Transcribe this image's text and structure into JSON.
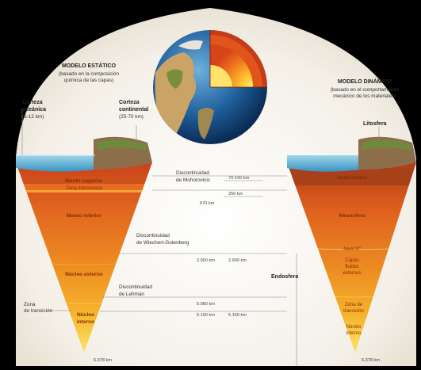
{
  "static_model": {
    "title": "MODELO ESTÁTICO",
    "subtitle_1": "(basado en la composición",
    "subtitle_2": "química de las capas)",
    "oceanic_crust_1": "Corteza",
    "oceanic_crust_2": "oceánica",
    "oceanic_crust_depth": "(6-12 km)",
    "continental_crust_1": "Corteza",
    "continental_crust_2": "continental",
    "continental_crust_depth": "(25-70 km)",
    "upper_mantle": "Manto superior",
    "transition_zone": "Zona transicional",
    "lower_mantle": "Manto inferior",
    "outer_core": "Núcleo externo",
    "inner_core_1": "Núcleo",
    "inner_core_2": "interno",
    "center_depth": "6.378 km"
  },
  "dynamic_model": {
    "title": "MODELO DINÁMICO",
    "subtitle_1": "(basado en el comportamiento",
    "subtitle_2": "mecánico de los materiales)",
    "lithosphere": "Litosfera",
    "asthenosphere": "Astenosfera",
    "mesosphere": "Mesosfera",
    "d_layer": "Nivel D\"",
    "fluid_layers_1": "Capas",
    "fluid_layers_2": "fluidas",
    "fluid_layers_3": "externas",
    "transition_1": "Zona de",
    "transition_2": "transición",
    "solid_core_1": "Núcleo",
    "solid_core_2": "interno",
    "center_depth": "6.378 km",
    "endosphere": "Endosfera"
  },
  "middle": {
    "moho_1": "Discontinuidad",
    "moho_2": "de Mohorovicic",
    "gutenberg_1": "Discontinuidad",
    "gutenberg_2": "de Wiechert-Gutenberg",
    "lehmann_1": "Discontinuidad",
    "lehmann_2": "de Lehman",
    "transition_zone_1": "Zona",
    "transition_zone_2": "de transición",
    "km_70_100": "70-100 km",
    "km_250": "250 km",
    "km_670": "670 km",
    "km_2900_left": "2.900 km",
    "km_2900_right": "2.900 km",
    "km_5080": "5.080 km",
    "km_5150_left": "5.150 km",
    "km_5150_right": "5.150 km"
  }
}
